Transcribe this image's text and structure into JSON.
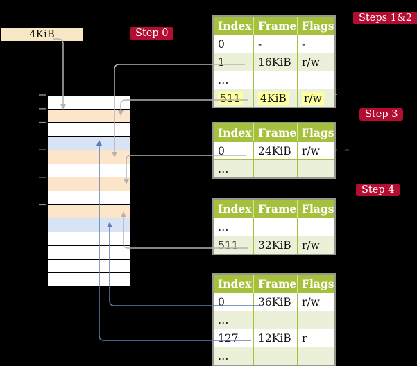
{
  "cr3": {
    "label": "4KiB"
  },
  "badges": {
    "step0": "Step 0",
    "steps12": "Steps 1&2",
    "step3": "Step 3",
    "step4": "Step 4"
  },
  "table_headers": [
    "Index",
    "Frame",
    "Flags"
  ],
  "tables": [
    {
      "id": "table-1",
      "rows": [
        {
          "index": "0",
          "frame": "-",
          "flags": "-"
        },
        {
          "index": "1",
          "frame": "16KiB",
          "flags": "r/w"
        },
        {
          "index": "…",
          "frame": "",
          "flags": ""
        },
        {
          "index": "511",
          "frame": "4KiB",
          "flags": "r/w",
          "highlight": true
        }
      ]
    },
    {
      "id": "table-2",
      "rows": [
        {
          "index": "0",
          "frame": "24KiB",
          "flags": "r/w"
        },
        {
          "index": "…",
          "frame": "",
          "flags": ""
        }
      ]
    },
    {
      "id": "table-3",
      "rows": [
        {
          "index": "…",
          "frame": "",
          "flags": ""
        },
        {
          "index": "511",
          "frame": "32KiB",
          "flags": "r/w"
        }
      ]
    },
    {
      "id": "table-4",
      "rows": [
        {
          "index": "0",
          "frame": "36KiB",
          "flags": "r/w"
        },
        {
          "index": "…",
          "frame": "",
          "flags": ""
        },
        {
          "index": "127",
          "frame": "12KiB",
          "flags": "r"
        },
        {
          "index": "…",
          "frame": "",
          "flags": ""
        }
      ]
    }
  ],
  "memory": {
    "frames": [
      "empty",
      "page-table",
      "empty",
      "mapped-page",
      "page-table",
      "empty",
      "page-table",
      "empty",
      "page-table",
      "mapped-page",
      "empty",
      "empty",
      "empty",
      "empty"
    ]
  },
  "colors": {
    "badge_red": "#b30d31",
    "header_green": "#a5c13c",
    "row_green": "#ebf0d9",
    "frame_orange": "#fce5c9",
    "frame_blue": "#d8e4f5",
    "highlight_yellow": "#ffff9e",
    "cr3_cream": "#f7e7c4",
    "arrow_gray": "#b3b3b3",
    "arrow_blue": "#5b7db3",
    "tick_gray": "#8f8f8f"
  }
}
